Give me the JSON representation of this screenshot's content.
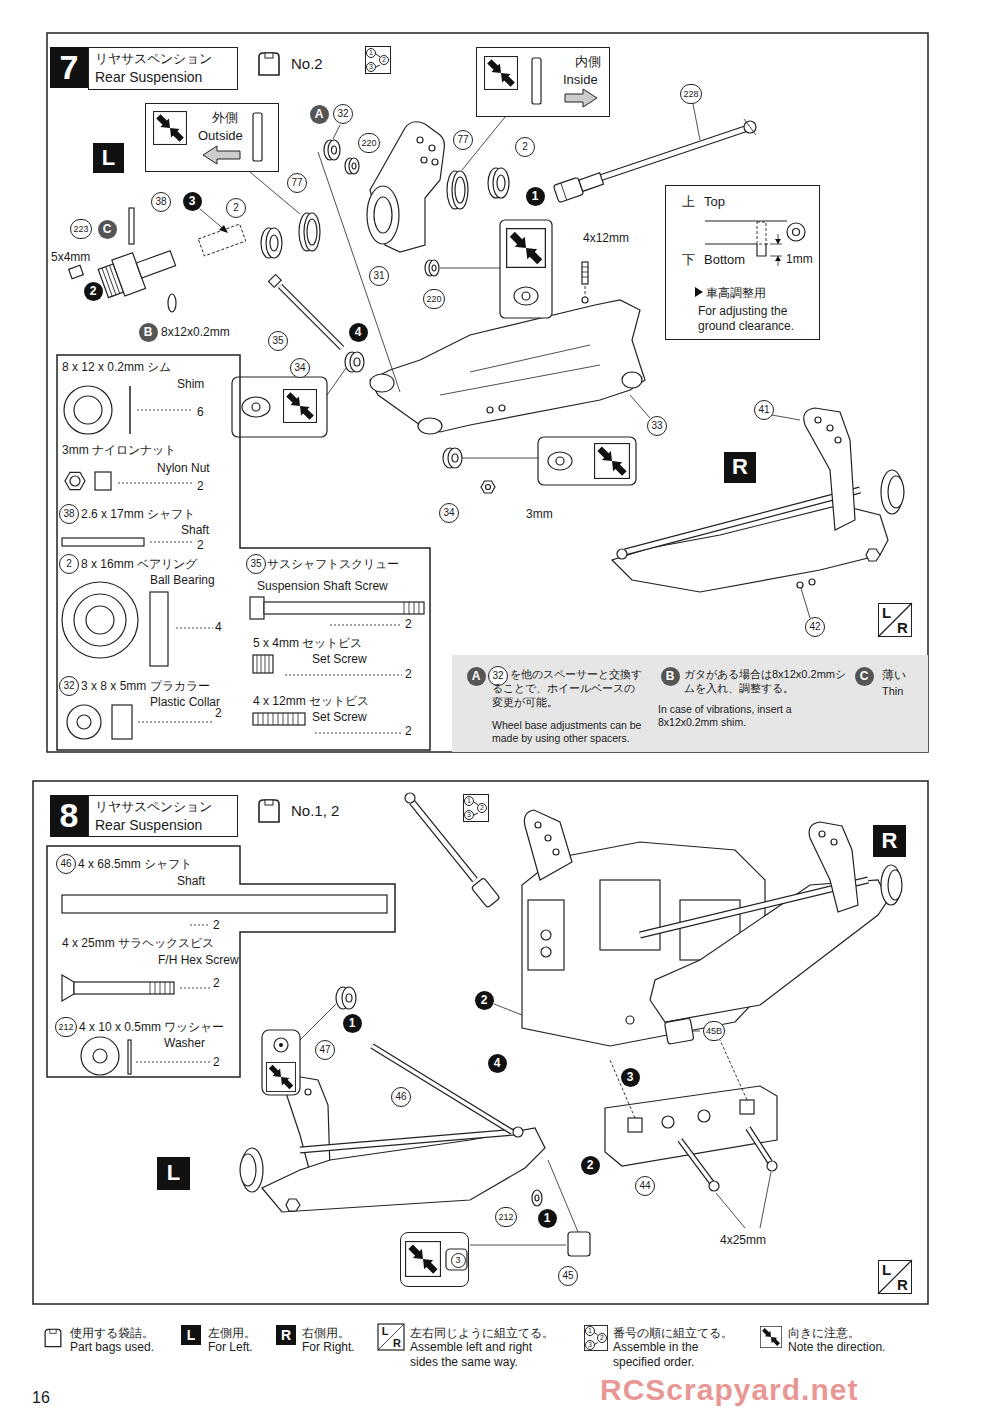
{
  "diagram": {
    "nodes": [
      {
        "text": [
          "7"
        ]
      },
      {
        "text": [
          "リヤサスペンション",
          "Rear Suspension"
        ]
      },
      {
        "text": [
          "No.2"
        ]
      },
      {
        "text": [
          "L"
        ]
      },
      {
        "text": [
          "外側",
          "Outside"
        ]
      },
      {
        "text": [
          "内側",
          "Inside"
        ]
      },
      {
        "text": [
          "上",
          "Top",
          "下",
          "Bottom",
          "1mm",
          "車高調整用",
          "For adjusting the ground clearance."
        ]
      },
      {
        "text": [
          "8 x 12 x 0.2mm シム",
          "Shim",
          "6",
          "3mm ナイロンナット",
          "Nylon Nut",
          "2",
          "38",
          "2.6 x 17mm シャフト",
          "Shaft",
          "2",
          "2",
          "8 x 16mm ベアリング",
          "Ball Bearing",
          "4",
          "32",
          "3 x 8 x 5mm プラカラー",
          "Plastic Collar",
          "2",
          "35",
          "サスシャフトスクリュー",
          "Suspension Shaft Screw",
          "2",
          "5 x 4mm セットビス",
          "Set Screw",
          "2",
          "4 x 12mm セットビス",
          "Set Screw",
          "2"
        ]
      },
      {
        "text": [
          "A",
          "32",
          "を他のスペーサーと交換することで、ホイールベースの変更が可能。",
          "Wheel base adjustments can be made by using other spacers.",
          "B",
          "ガタがある場合は8x12x0.2mmシムを入れ、調整する。",
          "In case of vibrations, insert a 8x12x0.2mm shim.",
          "C",
          "薄い",
          "Thin"
        ]
      },
      {
        "text": [
          "R"
        ]
      },
      {
        "text": [
          "L",
          "R"
        ]
      },
      {
        "text": [
          "8"
        ]
      },
      {
        "text": [
          "リヤサスペンション",
          "Rear Suspension"
        ]
      },
      {
        "text": [
          "No.1, 2"
        ]
      },
      {
        "text": [
          "R"
        ]
      },
      {
        "text": [
          "46",
          "4 x 68.5mm シャフト",
          "Shaft",
          "2",
          "4 x 25mm サラヘックスビス",
          "F/H Hex Screw",
          "2",
          "212",
          "4 x 10 x 0.5mm ワッシャー",
          "Washer",
          "2"
        ]
      },
      {
        "text": [
          "L"
        ]
      },
      {
        "text": [
          "3"
        ]
      },
      {
        "text": [
          "L",
          "R"
        ]
      }
    ],
    "labels": [
      "A",
      "32",
      "220",
      "77",
      "2",
      "1",
      "228",
      "38",
      "223",
      "C",
      "5x4mm",
      "3",
      "2",
      "77",
      "2",
      "B",
      "8x12x0.2mm",
      "35",
      "4",
      "34",
      "31",
      "220",
      "4x12mm",
      "33",
      "34",
      "3mm",
      "41",
      "42",
      "1",
      "2",
      "3",
      "2",
      "1",
      "47",
      "46",
      "4",
      "3",
      "45B",
      "2",
      "44",
      "1",
      "212",
      "45",
      "4x25mm",
      "1",
      "2",
      "3",
      "L",
      "R",
      "L",
      "R",
      "1",
      "2",
      "3",
      "16",
      "RCScrapyard.net"
    ],
    "legend": [
      {
        "text": "使用する袋詰。 Part bags used."
      },
      {
        "text": "左側用。 For Left."
      },
      {
        "text": "右側用。 For Right."
      },
      {
        "text": "左右同じように組立てる。 Assemble left and right sides the same way."
      },
      {
        "text": "番号の順に組立てる。 Assemble in the specified order."
      },
      {
        "text": "向きに注意。 Note the direction."
      }
    ]
  }
}
